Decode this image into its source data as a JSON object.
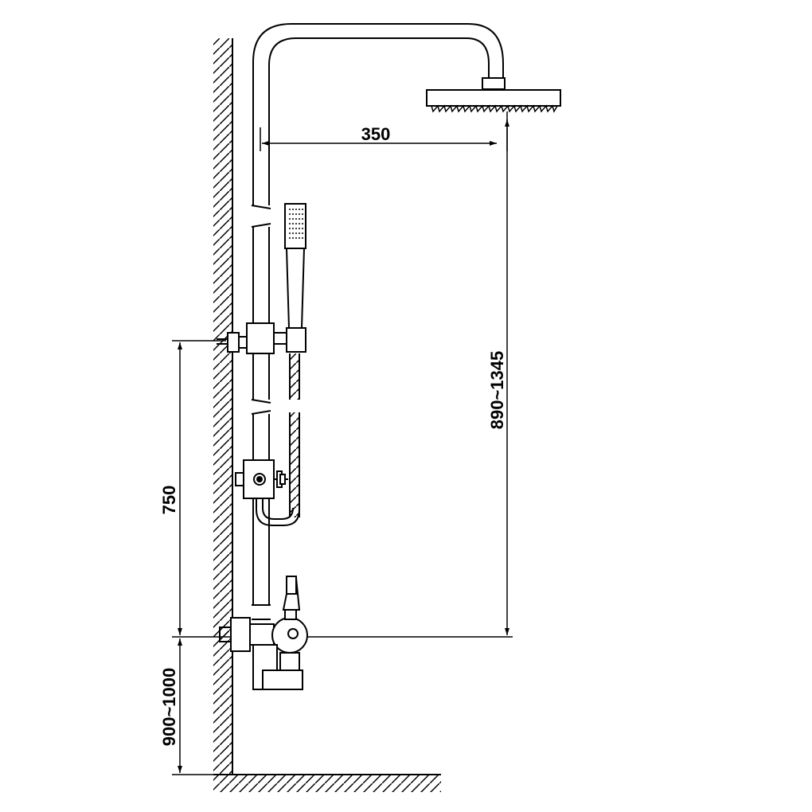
{
  "dimensions": {
    "arm_reach": "350",
    "height_range": "890~1345",
    "slide_length": "750",
    "install_height": "900~1000"
  },
  "colors": {
    "line": "#000000",
    "background": "#ffffff"
  }
}
